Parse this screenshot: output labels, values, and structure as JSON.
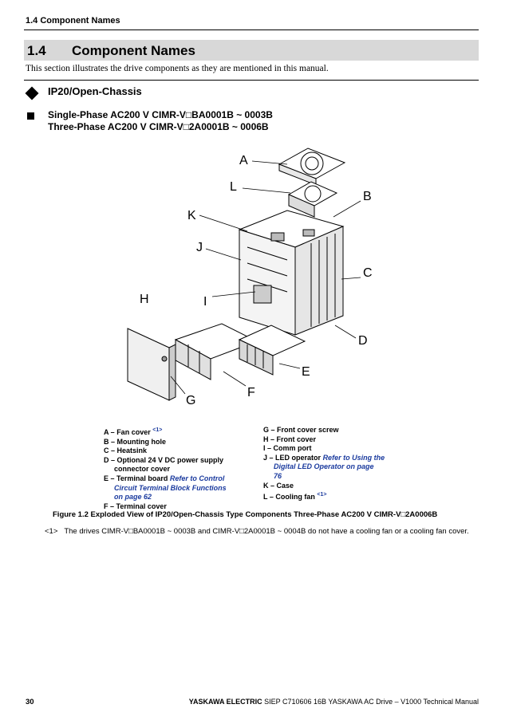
{
  "header": {
    "running_head": "1.4 Component Names"
  },
  "section": {
    "number": "1.4",
    "title": "Component Names",
    "intro": "This section illustrates the drive components as they are mentioned in this manual."
  },
  "subsection": {
    "title": "IP20/Open-Chassis",
    "models_line1": "Single-Phase AC200 V CIMR-V□BA0001B ~ 0003B",
    "models_line2": "Three-Phase AC200 V CIMR-V□2A0001B ~ 0006B"
  },
  "figure": {
    "callouts": [
      "A",
      "L",
      "B",
      "K",
      "J",
      "C",
      "H",
      "I",
      "D",
      "E",
      "F",
      "G"
    ],
    "legend_left": [
      {
        "key": "A",
        "text": "Fan cover",
        "ref": "<1>"
      },
      {
        "key": "B",
        "text": "Mounting hole"
      },
      {
        "key": "C",
        "text": "Heatsink"
      },
      {
        "key": "D",
        "text": "Optional 24 V DC power supply",
        "text2": "connector cover"
      },
      {
        "key": "E",
        "text": "Terminal board",
        "link": "Refer to Control",
        "link2": "Circuit Terminal Block Functions",
        "link3": "on page 62"
      },
      {
        "key": "F",
        "text": "Terminal cover"
      }
    ],
    "legend_right": [
      {
        "key": "G",
        "text": "Front cover screw"
      },
      {
        "key": "H",
        "text": "Front cover"
      },
      {
        "key": "I",
        "text": "Comm port"
      },
      {
        "key": "J",
        "text": "LED operator",
        "link": "Refer to Using the",
        "link2": "Digital LED Operator on page",
        "link3": "76"
      },
      {
        "key": "K",
        "text": "Case"
      },
      {
        "key": "L",
        "text": "Cooling fan",
        "ref": "<1>"
      }
    ],
    "caption": "Figure 1.2  Exploded View of IP20/Open-Chassis Type Components Three-Phase AC200 V CIMR-V□2A0006B",
    "note_ref": "<1>",
    "note": "The drives CIMR-V□BA0001B ~ 0003B and CIMR-V□2A0001B ~ 0004B do not have a cooling fan or a cooling fan cover."
  },
  "footer": {
    "page_number": "30",
    "brand": "YASKAWA ELECTRIC",
    "doc": "SIEP C710606 16B YASKAWA AC Drive – V1000 Technical Manual"
  }
}
